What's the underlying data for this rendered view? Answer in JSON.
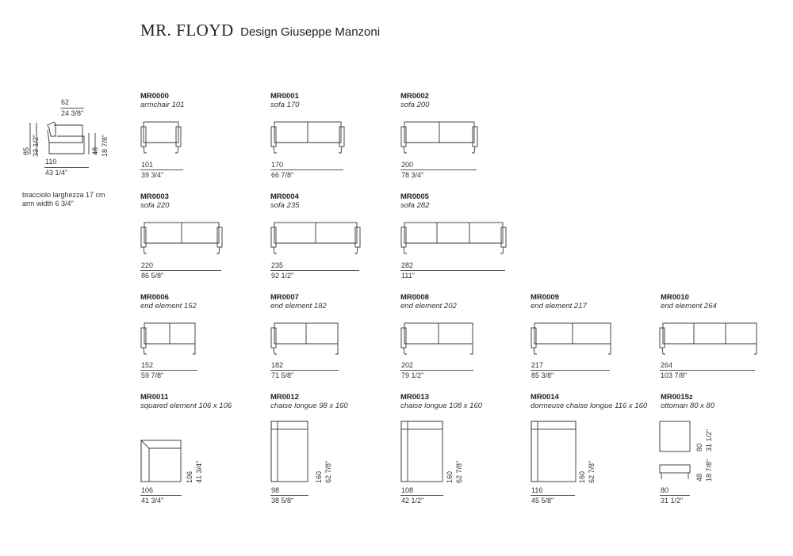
{
  "header": {
    "brand": "MR. FLOYD",
    "subtitle": "Design Giuseppe Manzoni"
  },
  "side": {
    "depth_cm": "62",
    "depth_in": "24 3/8\"",
    "height_cm": "85",
    "height_in": "33 1/2\"",
    "seat_cm": "48",
    "seat_in": "18 7/8\"",
    "width_cm": "110",
    "width_in": "43 1/4\"",
    "note_it": "bracciolo larghezza 17 cm",
    "note_en": "arm width 6 3/4\""
  },
  "items": [
    {
      "code": "MR0000",
      "name": "armchair 101",
      "cm": "101",
      "in": "39 3/4\""
    },
    {
      "code": "MR0001",
      "name": "sofa 170",
      "cm": "170",
      "in": "66 7/8\""
    },
    {
      "code": "MR0002",
      "name": "sofa 200",
      "cm": "200",
      "in": "78 3/4\""
    },
    {
      "code": "MR0003",
      "name": "sofa 220",
      "cm": "220",
      "in": "86 5/8\""
    },
    {
      "code": "MR0004",
      "name": "sofa 235",
      "cm": "235",
      "in": "92 1/2\""
    },
    {
      "code": "MR0005",
      "name": "sofa 282",
      "cm": "282",
      "in": "111\""
    },
    {
      "code": "MR0006",
      "name": "end element 152",
      "cm": "152",
      "in": "59 7/8\""
    },
    {
      "code": "MR0007",
      "name": "end element 182",
      "cm": "182",
      "in": "71 5/8\""
    },
    {
      "code": "MR0008",
      "name": "end element 202",
      "cm": "202",
      "in": "79 1/2\""
    },
    {
      "code": "MR0009",
      "name": "end element 217",
      "cm": "217",
      "in": "85 3/8\""
    },
    {
      "code": "MR0010",
      "name": "end element 264",
      "cm": "264",
      "in": "103 7/8\""
    },
    {
      "code": "MR0011",
      "name": "squared element 106 x 106",
      "cm": "106",
      "in": "41 3/4\"",
      "v_cm": "106",
      "v_in": "41 3/4\""
    },
    {
      "code": "MR0012",
      "name": "chaise longue 98 x 160",
      "cm": "98",
      "in": "38 5/8\"",
      "v_cm": "160",
      "v_in": "62 7/8\""
    },
    {
      "code": "MR0013",
      "name": "chaise longue 108 x 160",
      "cm": "108",
      "in": "42 1/2\"",
      "v_cm": "160",
      "v_in": "62 7/8\""
    },
    {
      "code": "MR0014",
      "name": "dormeuse chaise longue 116 x 160",
      "cm": "116",
      "in": "45 5/8\"",
      "v_cm": "160",
      "v_in": "62 7/8\""
    },
    {
      "code": "MR0015z",
      "name": "ottoman 80 x 80",
      "cm": "80",
      "in": "31 1/2\"",
      "v_cm": "80",
      "v_in": "31 1/2\"",
      "v2_cm": "48",
      "v2_in": "18 7/8\""
    }
  ]
}
